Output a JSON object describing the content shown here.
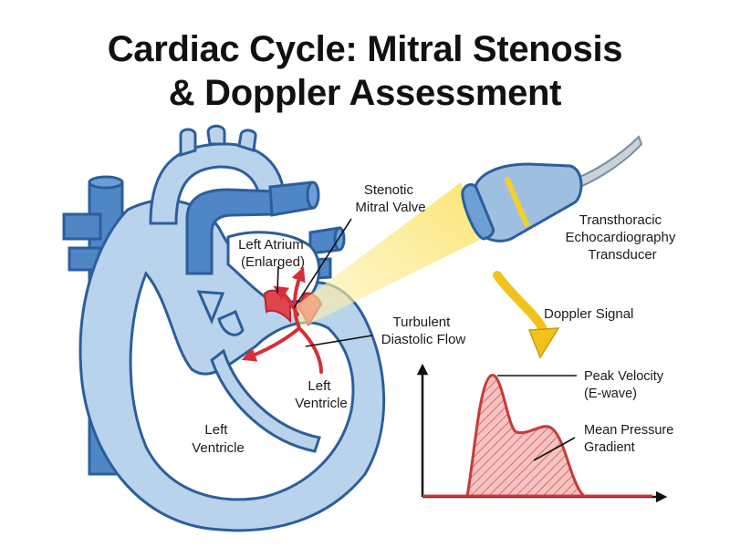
{
  "title": {
    "line1": "Cardiac Cycle: Mitral Stenosis",
    "line2": "& Doppler Assessment"
  },
  "labels": {
    "stenotic_valve": [
      "Stenotic",
      "Mitral Valve"
    ],
    "left_atrium": [
      "Left Atrium",
      "(Enlarged)"
    ],
    "transducer": [
      "Transthoracic",
      "Echocardiography",
      "Transducer"
    ],
    "doppler_signal": "Doppler Signal",
    "turbulent_flow": [
      "Turbulent",
      "Diastolic Flow"
    ],
    "left_ventricle_inner": [
      "Left",
      "Ventricle"
    ],
    "left_ventricle_outer": [
      "Left",
      "Ventricle"
    ],
    "peak_velocity": [
      "Peak Velocity",
      "(E-wave)"
    ],
    "mean_gradient": [
      "Mean Pressure",
      "Gradient"
    ]
  },
  "colors": {
    "vessel_fill": "#4f86c6",
    "vessel_stroke": "#2c5e9c",
    "chamber_fill": "#b9d3ec",
    "valve_red": "#e0454f",
    "flow_red": "#d62f3a",
    "beam_yellow": "#fbe88a",
    "transducer_body": "#9fbfe0",
    "doppler_fill": "#f3b0b0",
    "doppler_stroke": "#c73a3a",
    "arrow_yellow": "#f2c21b"
  }
}
